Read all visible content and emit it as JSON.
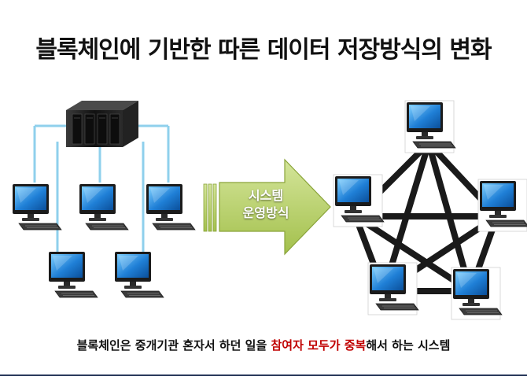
{
  "title": "블록체인에 기반한 따른 데이터 저장방식의 변화",
  "arrow_label": [
    "시스템",
    "운영방식"
  ],
  "caption": {
    "before": "블록체인은 중개기관 혼자서 하던 일을 ",
    "highlight": "참여자 모두가 중복",
    "after": "해서 하는 시스템"
  },
  "colors": {
    "highlight": "#c00000",
    "arrow_fill": "#b6cf66",
    "arrow_stroke": "#8aa43a",
    "connector": "#8fd0ec",
    "mesh_line": "#1a1a1a",
    "screen": "#1f7fd6",
    "server": "#1c1c1c"
  },
  "icons": [
    "server-icon",
    "monitor-icon",
    "block-arrow-icon"
  ]
}
